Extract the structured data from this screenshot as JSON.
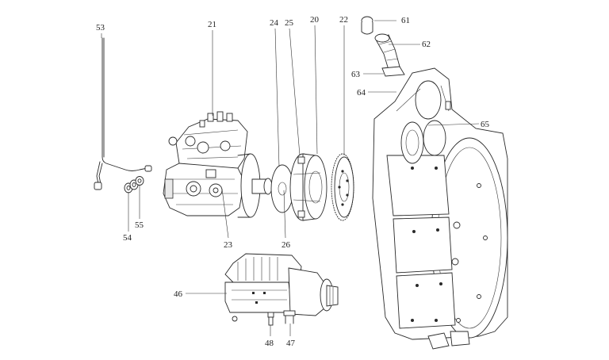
{
  "callouts": {
    "c21": "21",
    "c24": "24",
    "c25": "25",
    "c20": "20",
    "c22": "22",
    "c61": "61",
    "c62": "62",
    "c63": "63",
    "c64": "64",
    "c65": "65",
    "c53": "53",
    "c54": "54",
    "c55": "55",
    "c23": "23",
    "c26": "26",
    "c46": "46",
    "c48": "48",
    "c47": "47"
  }
}
